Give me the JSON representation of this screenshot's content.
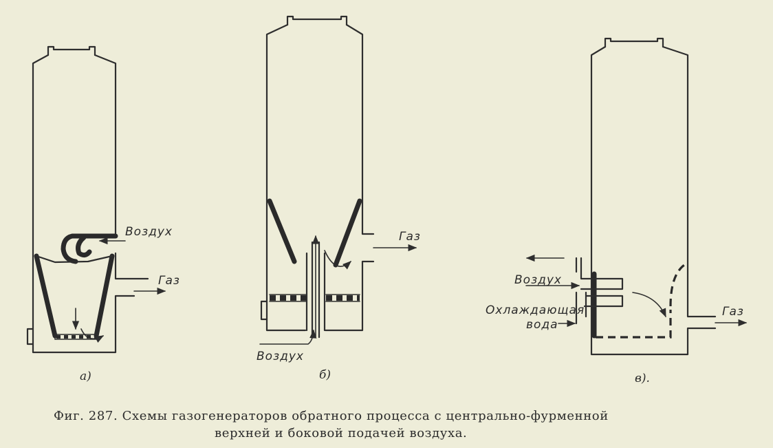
{
  "caption": {
    "line1": "Фиг. 287. Схемы газогенераторов обратного процесса с центрально-фурменной",
    "line2": "верхней и боковой подачей воздуха."
  },
  "diagrams": {
    "a": {
      "sublabel": "а)",
      "air_label": "Воздух",
      "gas_label": "Газ"
    },
    "b": {
      "sublabel": "б)",
      "air_label": "Воздух",
      "gas_label": "Газ"
    },
    "c": {
      "sublabel": "в).",
      "air_label": "Воздух",
      "water_label_1": "Охлаждающая",
      "water_label_2": "вода",
      "gas_label": "Газ"
    }
  }
}
